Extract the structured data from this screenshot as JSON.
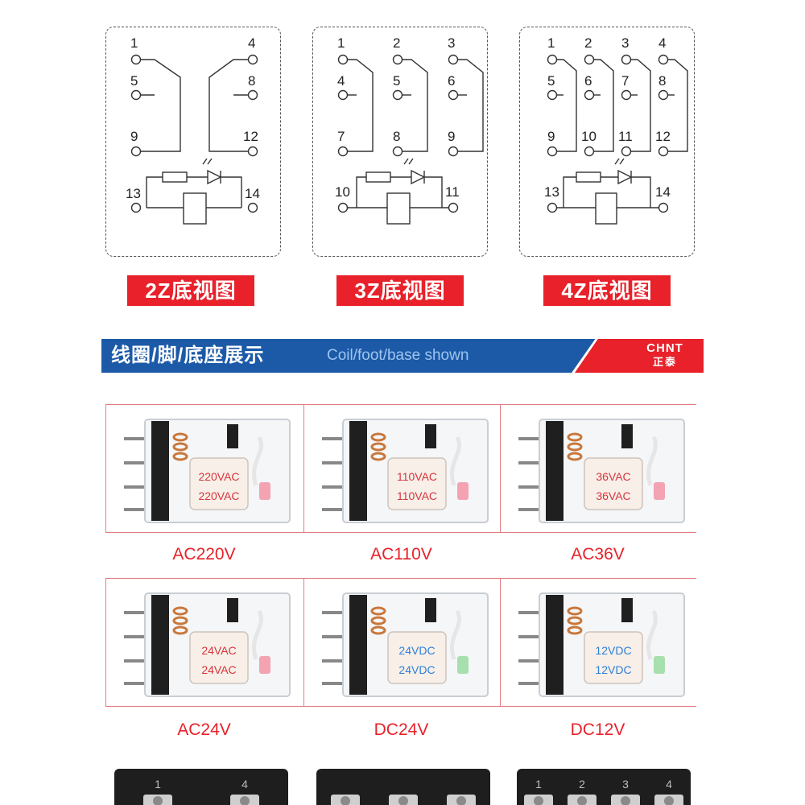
{
  "diagrams": [
    {
      "pins": [
        "1",
        "4",
        "5",
        "8",
        "9",
        "12",
        "13",
        "14"
      ],
      "label": "2Z底视图"
    },
    {
      "pins": [
        "1",
        "2",
        "3",
        "4",
        "5",
        "6",
        "7",
        "8",
        "9",
        "10",
        "11"
      ],
      "label": "3Z底视图"
    },
    {
      "pins": [
        "1",
        "2",
        "3",
        "4",
        "5",
        "6",
        "7",
        "8",
        "9",
        "10",
        "11",
        "12",
        "13",
        "14"
      ],
      "label": "4Z底视图"
    }
  ],
  "banner": {
    "title_cn": "线圈/脚/底座展示",
    "title_en": "Coil/foot/base shown",
    "logo_en": "CHNT",
    "logo_cn": "正泰"
  },
  "products": [
    {
      "caption": "AC220V",
      "coil_text": "220VAC",
      "coil_color": "#d8343c"
    },
    {
      "caption": "AC110V",
      "coil_text": "110VAC",
      "coil_color": "#d8343c"
    },
    {
      "caption": "AC36V",
      "coil_text": "36VAC",
      "coil_color": "#d8343c"
    },
    {
      "caption": "AC24V",
      "coil_text": "24VAC",
      "coil_color": "#d8343c"
    },
    {
      "caption": "DC24V",
      "coil_text": "24VDC",
      "coil_color": "#2f7fd6"
    },
    {
      "caption": "DC12V",
      "coil_text": "12VDC",
      "coil_color": "#2f7fd6"
    }
  ],
  "sockets": [
    {
      "numbers": [
        "1",
        "4"
      ]
    },
    {
      "numbers": []
    },
    {
      "numbers": [
        "1",
        "2",
        "3",
        "4"
      ]
    }
  ],
  "colors": {
    "accent_red": "#e8212a",
    "banner_blue": "#1c5aa8"
  }
}
